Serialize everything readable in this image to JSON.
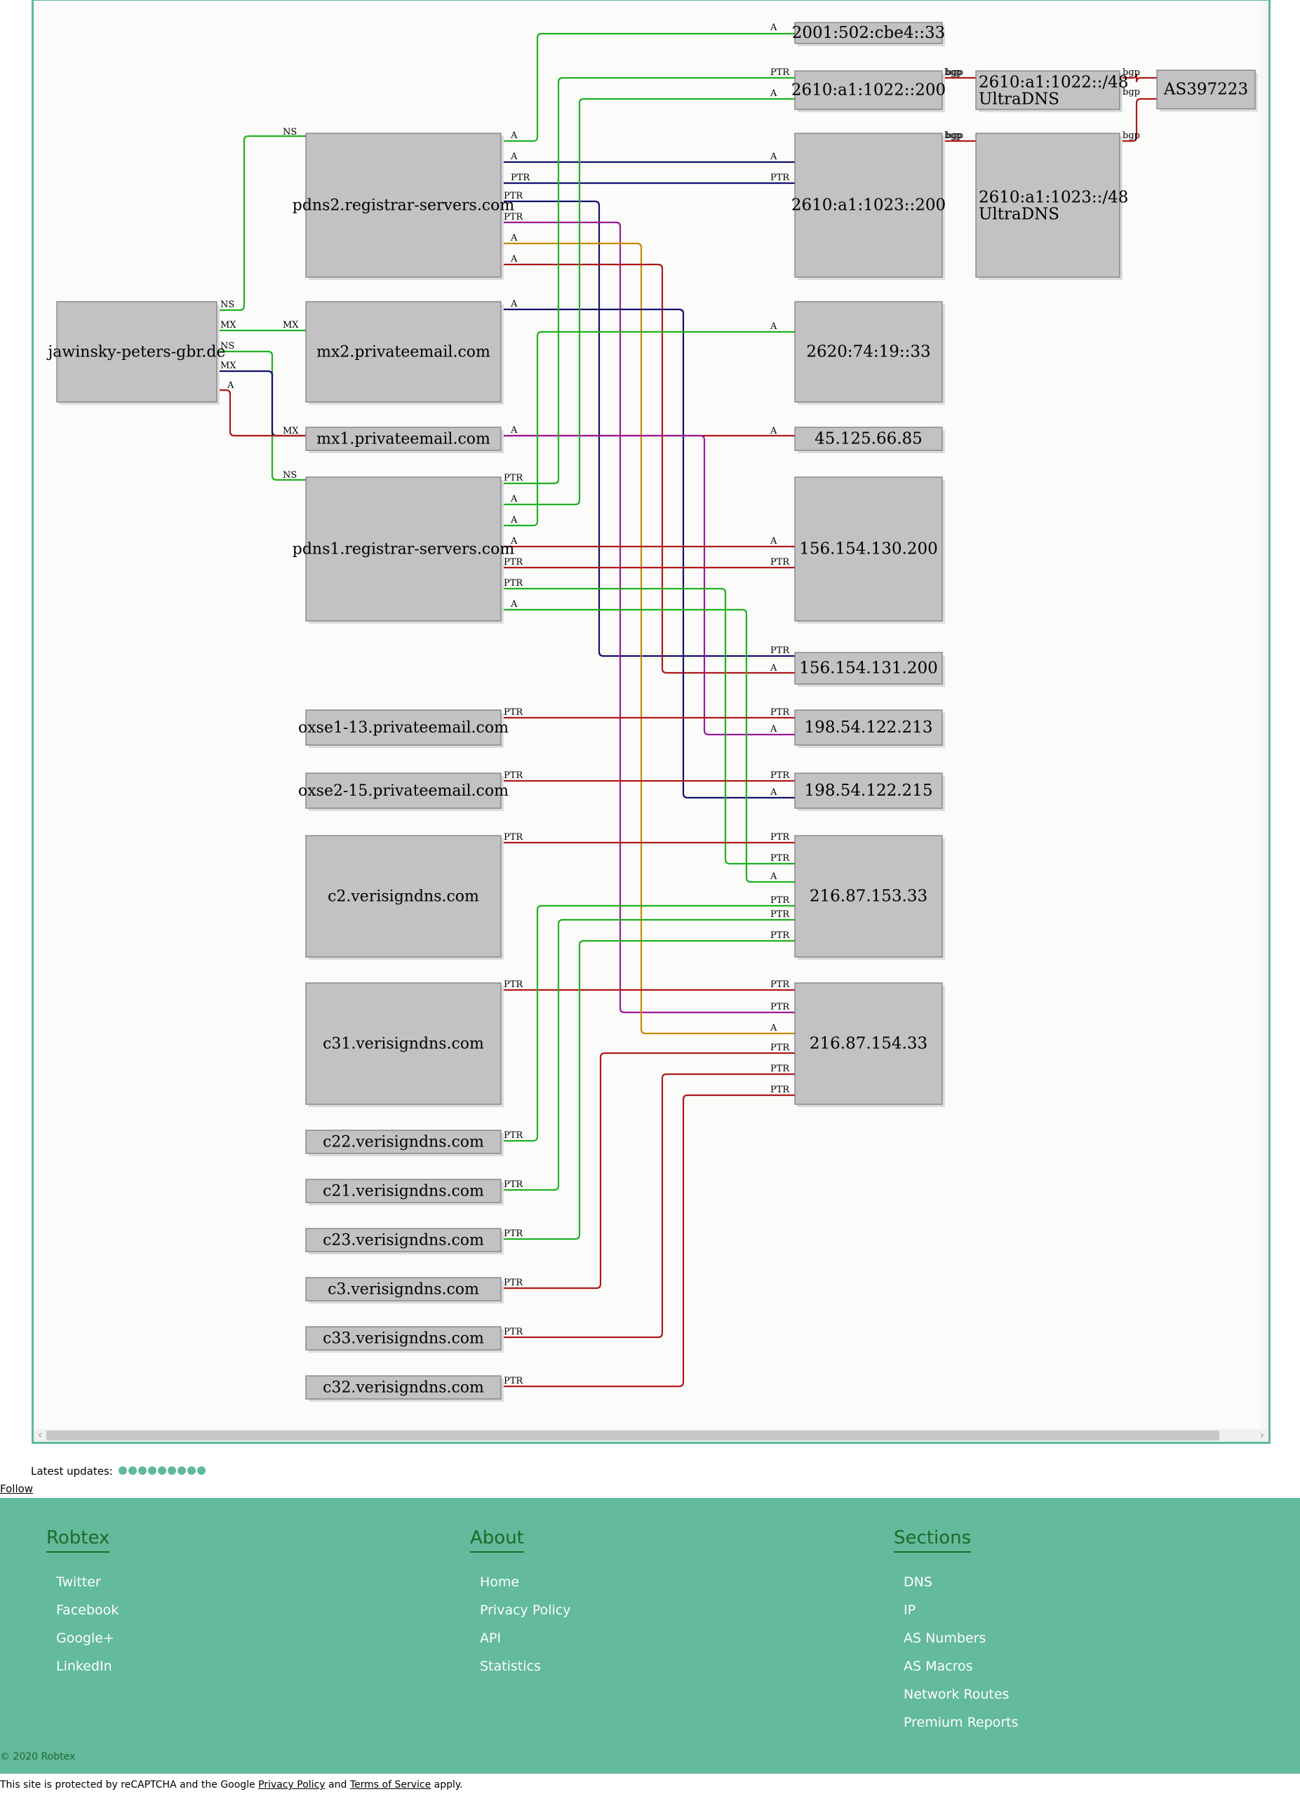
{
  "colors": {
    "accent": "#63ba9c",
    "heading": "#1f6a2a",
    "node_fill": "#c2c1c3",
    "edge_red": "#b01818",
    "edge_green": "#22b022",
    "edge_blue": "#10106e",
    "edge_purple": "#9a1a9a",
    "edge_orange": "#c88a00"
  },
  "graph": {
    "nodes": [
      {
        "id": "n_ip6_cbe4",
        "label": "2001:502:cbe4::33"
      },
      {
        "id": "n_ip6_1022",
        "label": "2610:a1:1022::200"
      },
      {
        "id": "n_net1022",
        "label": "2610:a1:1022::/48",
        "sub": "UltraDNS"
      },
      {
        "id": "n_as",
        "label": "AS397223"
      },
      {
        "id": "n_pdns2",
        "label": "pdns2.registrar-servers.com"
      },
      {
        "id": "n_ip6_1023",
        "label": "2610:a1:1023::200"
      },
      {
        "id": "n_net1023",
        "label": "2610:a1:1023::/48",
        "sub": "UltraDNS"
      },
      {
        "id": "n_domain",
        "label": "jawinsky-peters-gbr.de"
      },
      {
        "id": "n_mx2",
        "label": "mx2.privateemail.com"
      },
      {
        "id": "n_ip6_2620",
        "label": "2620:74:19::33"
      },
      {
        "id": "n_mx1",
        "label": "mx1.privateemail.com"
      },
      {
        "id": "n_ip_45",
        "label": "45.125.66.85"
      },
      {
        "id": "n_pdns1",
        "label": "pdns1.registrar-servers.com"
      },
      {
        "id": "n_ip_130",
        "label": "156.154.130.200"
      },
      {
        "id": "n_ip_131",
        "label": "156.154.131.200"
      },
      {
        "id": "n_oxse1",
        "label": "oxse1-13.privateemail.com"
      },
      {
        "id": "n_ip_213",
        "label": "198.54.122.213"
      },
      {
        "id": "n_oxse2",
        "label": "oxse2-15.privateemail.com"
      },
      {
        "id": "n_ip_215",
        "label": "198.54.122.215"
      },
      {
        "id": "n_c2",
        "label": "c2.verisigndns.com"
      },
      {
        "id": "n_ip_153",
        "label": "216.87.153.33"
      },
      {
        "id": "n_c31",
        "label": "c31.verisigndns.com"
      },
      {
        "id": "n_ip_154",
        "label": "216.87.154.33"
      },
      {
        "id": "n_c22",
        "label": "c22.verisigndns.com"
      },
      {
        "id": "n_c21",
        "label": "c21.verisigndns.com"
      },
      {
        "id": "n_c23",
        "label": "c23.verisigndns.com"
      },
      {
        "id": "n_c3",
        "label": "c3.verisigndns.com"
      },
      {
        "id": "n_c33",
        "label": "c33.verisigndns.com"
      },
      {
        "id": "n_c32",
        "label": "c32.verisigndns.com"
      }
    ],
    "edges": [
      {
        "from": "n_domain",
        "to": "n_pdns2",
        "label": "NS",
        "color": "edge_green"
      },
      {
        "from": "n_domain",
        "to": "n_mx2",
        "label": "MX",
        "color": "edge_green"
      },
      {
        "from": "n_domain",
        "to": "n_pdns1",
        "label": "NS",
        "color": "edge_green"
      },
      {
        "from": "n_domain",
        "to": "n_mx1",
        "label": "MX",
        "color": "edge_blue"
      },
      {
        "from": "n_domain",
        "to": "n_ip_45",
        "label": "A",
        "color": "edge_red"
      },
      {
        "from": "n_pdns2",
        "to": "n_ip6_cbe4",
        "label": "A",
        "color": "edge_green"
      },
      {
        "from": "n_pdns2",
        "to": "n_ip6_1023",
        "label": "A",
        "color": "edge_blue"
      },
      {
        "from": "n_pdns2",
        "to": "n_ip6_1023",
        "label": "PTR",
        "color": "edge_blue"
      },
      {
        "from": "n_pdns2",
        "to": "n_ip_131",
        "label": "PTR",
        "color": "edge_blue"
      },
      {
        "from": "n_pdns2",
        "to": "n_ip_154",
        "label": "PTR",
        "color": "edge_purple"
      },
      {
        "from": "n_pdns2",
        "to": "n_ip_154",
        "label": "A",
        "color": "edge_orange"
      },
      {
        "from": "n_pdns2",
        "to": "n_ip_131",
        "label": "A",
        "color": "edge_red"
      },
      {
        "from": "n_mx2",
        "to": "n_ip_215",
        "label": "A",
        "color": "edge_blue"
      },
      {
        "from": "n_mx1",
        "to": "n_ip_213",
        "label": "A",
        "color": "edge_purple"
      },
      {
        "from": "n_pdns1",
        "to": "n_ip6_1022",
        "label": "PTR",
        "color": "edge_green"
      },
      {
        "from": "n_pdns1",
        "to": "n_ip6_1022",
        "label": "A",
        "color": "edge_green"
      },
      {
        "from": "n_pdns1",
        "to": "n_ip6_2620",
        "label": "A",
        "color": "edge_green"
      },
      {
        "from": "n_pdns1",
        "to": "n_ip_130",
        "label": "A",
        "color": "edge_red"
      },
      {
        "from": "n_pdns1",
        "to": "n_ip_130",
        "label": "PTR",
        "color": "edge_red"
      },
      {
        "from": "n_pdns1",
        "to": "n_ip_153",
        "label": "PTR",
        "color": "edge_green"
      },
      {
        "from": "n_pdns1",
        "to": "n_ip_153",
        "label": "A",
        "color": "edge_green"
      },
      {
        "from": "n_oxse1",
        "to": "n_ip_213",
        "label": "PTR",
        "color": "edge_red"
      },
      {
        "from": "n_oxse2",
        "to": "n_ip_215",
        "label": "PTR",
        "color": "edge_red"
      },
      {
        "from": "n_c2",
        "to": "n_ip_153",
        "label": "PTR",
        "color": "edge_red"
      },
      {
        "from": "n_c31",
        "to": "n_ip_154",
        "label": "PTR",
        "color": "edge_red"
      },
      {
        "from": "n_c22",
        "to": "n_ip_153",
        "label": "PTR",
        "color": "edge_green"
      },
      {
        "from": "n_c21",
        "to": "n_ip_153",
        "label": "PTR",
        "color": "edge_green"
      },
      {
        "from": "n_c23",
        "to": "n_ip_153",
        "label": "PTR",
        "color": "edge_green"
      },
      {
        "from": "n_c3",
        "to": "n_ip_154",
        "label": "PTR",
        "color": "edge_red"
      },
      {
        "from": "n_c33",
        "to": "n_ip_154",
        "label": "PTR",
        "color": "edge_red"
      },
      {
        "from": "n_c32",
        "to": "n_ip_154",
        "label": "PTR",
        "color": "edge_red"
      },
      {
        "from": "n_ip6_1022",
        "to": "n_net1022",
        "label": "bgp",
        "color": "edge_red"
      },
      {
        "from": "n_ip6_1023",
        "to": "n_net1023",
        "label": "bgp",
        "color": "edge_red"
      },
      {
        "from": "n_net1022",
        "to": "n_as",
        "label": "bgp",
        "color": "edge_red"
      },
      {
        "from": "n_net1023",
        "to": "n_as",
        "label": "bgp",
        "color": "edge_red"
      }
    ]
  },
  "scroll": {
    "left_arrow": "‹",
    "right_arrow": "›"
  },
  "updates": {
    "label": "Latest updates:",
    "dot_count": 9
  },
  "follow_label": "Follow",
  "footer": {
    "columns": [
      {
        "title": "Robtex",
        "items": [
          "Twitter",
          "Facebook",
          "Google+",
          "LinkedIn"
        ]
      },
      {
        "title": "About",
        "items": [
          "Home",
          "Privacy Policy",
          "API",
          "Statistics"
        ]
      },
      {
        "title": "Sections",
        "items": [
          "DNS",
          "IP",
          "AS Numbers",
          "AS Macros",
          "Network Routes",
          "Premium Reports"
        ]
      }
    ],
    "copyright": "© 2020 Robtex"
  },
  "recaptcha": {
    "prefix": "This site is protected by reCAPTCHA and the Google ",
    "privacy": "Privacy Policy",
    "and": " and ",
    "terms": "Terms of Service",
    "suffix": " apply."
  }
}
